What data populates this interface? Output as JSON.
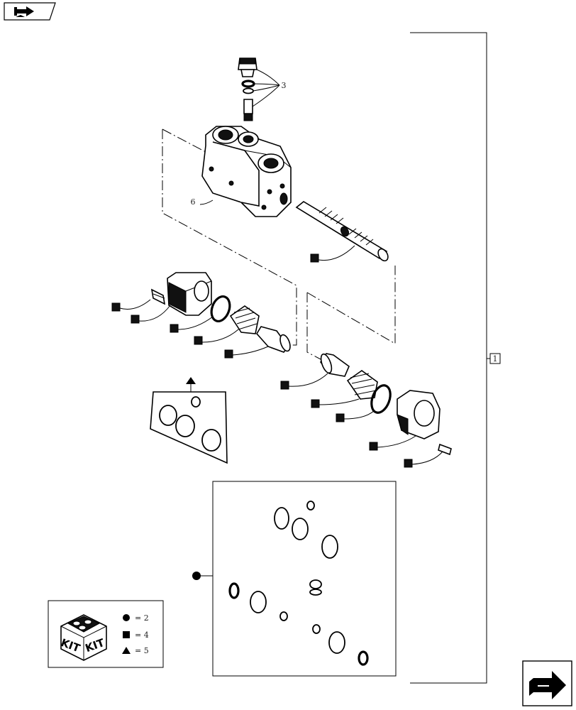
{
  "callouts": {
    "seal_kit_ref": "3",
    "body_ref": "6",
    "assembly_ref": "1"
  },
  "legend": {
    "kit_word_1": "KIT",
    "kit_word_2": "KIT",
    "rows": [
      {
        "symbol": "circle",
        "text": "= 2"
      },
      {
        "symbol": "square",
        "text": "= 4"
      },
      {
        "symbol": "triangle",
        "text": "= 5"
      }
    ]
  },
  "navigation": {
    "back_icon": "back-arrow-icon",
    "next_icon": "next-arrow-icon"
  },
  "colors": {
    "ink": "#000000",
    "paper": "#ffffff"
  }
}
